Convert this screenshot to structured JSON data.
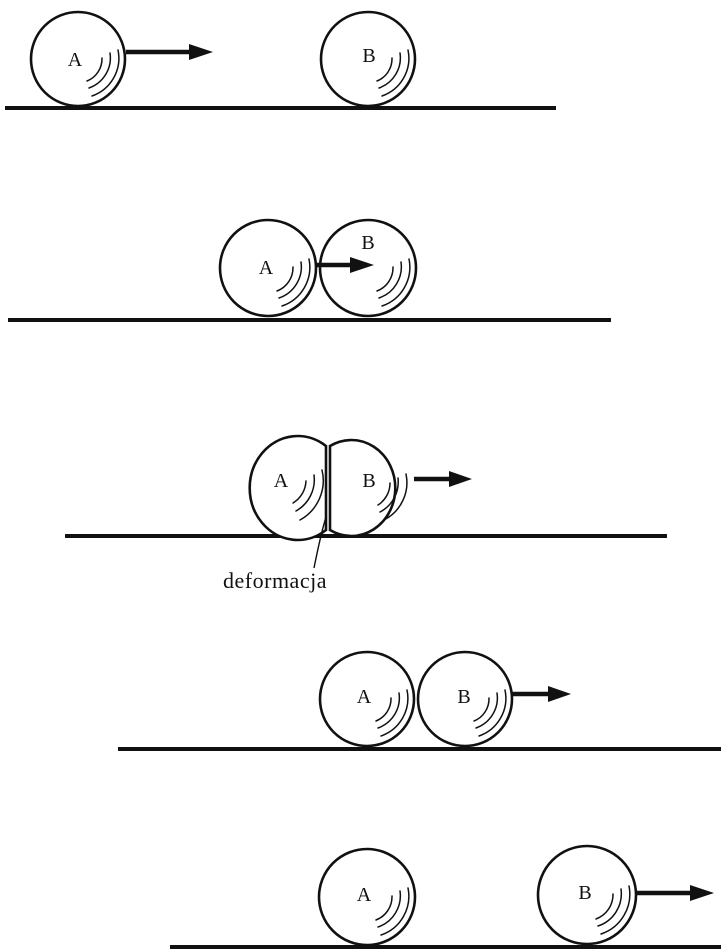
{
  "labels": {
    "ball_a": "A",
    "ball_b": "B",
    "deformation": "deformacja"
  },
  "stages": [
    {
      "arrow_on": "A"
    },
    {
      "arrow_on": "A"
    },
    {
      "arrow_on": "B"
    },
    {
      "arrow_on": "B"
    },
    {
      "arrow_on": "B"
    }
  ],
  "colors": {
    "ink": "#111111",
    "background": "#ffffff"
  }
}
